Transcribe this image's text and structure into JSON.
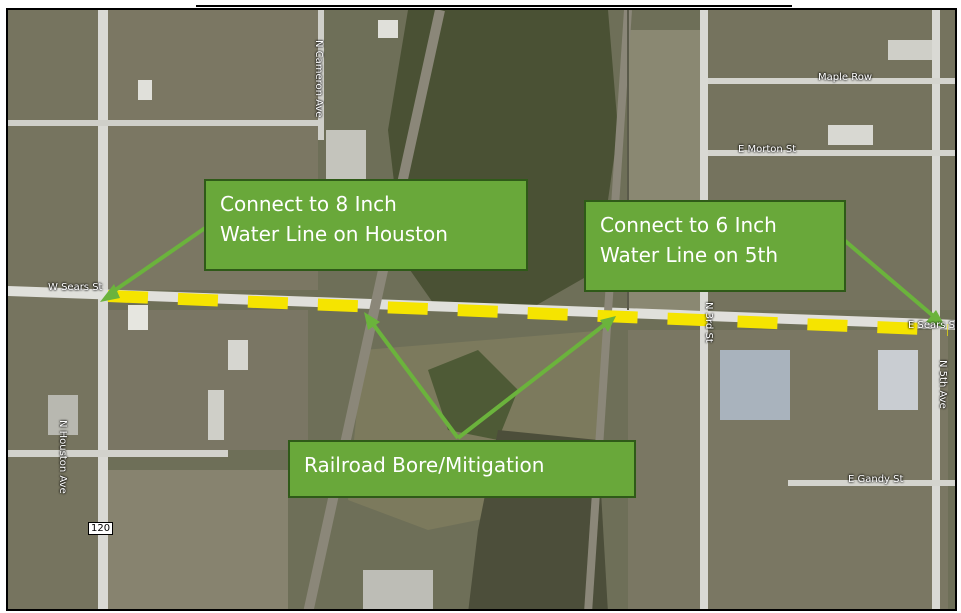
{
  "callouts": {
    "houston": {
      "line1": "Connect to 8 Inch",
      "line2": "Water Line on Houston"
    },
    "fifth": {
      "line1": "Connect to 6 Inch",
      "line2": "Water Line on 5th"
    },
    "railroad": {
      "line1": "Railroad Bore/Mitigation"
    }
  },
  "streets": {
    "w_sears": "W Sears St",
    "e_sears": "E Sears St",
    "maple_row": "Maple Row",
    "e_morton": "E Morton St",
    "e_gandy": "E Gandy St",
    "n_houston": "N Houston Ave",
    "n_5th": "N 5th Ave",
    "n_3rd": "N 3rd St",
    "n_cameron": "N Cameron Ave",
    "route": "120"
  },
  "colors": {
    "callout_fill": "#69a83a",
    "callout_border": "#2f5a18",
    "arrow": "#6bb33c",
    "pipeline_dash": "#f5e400",
    "road": "#d9d9d4"
  }
}
